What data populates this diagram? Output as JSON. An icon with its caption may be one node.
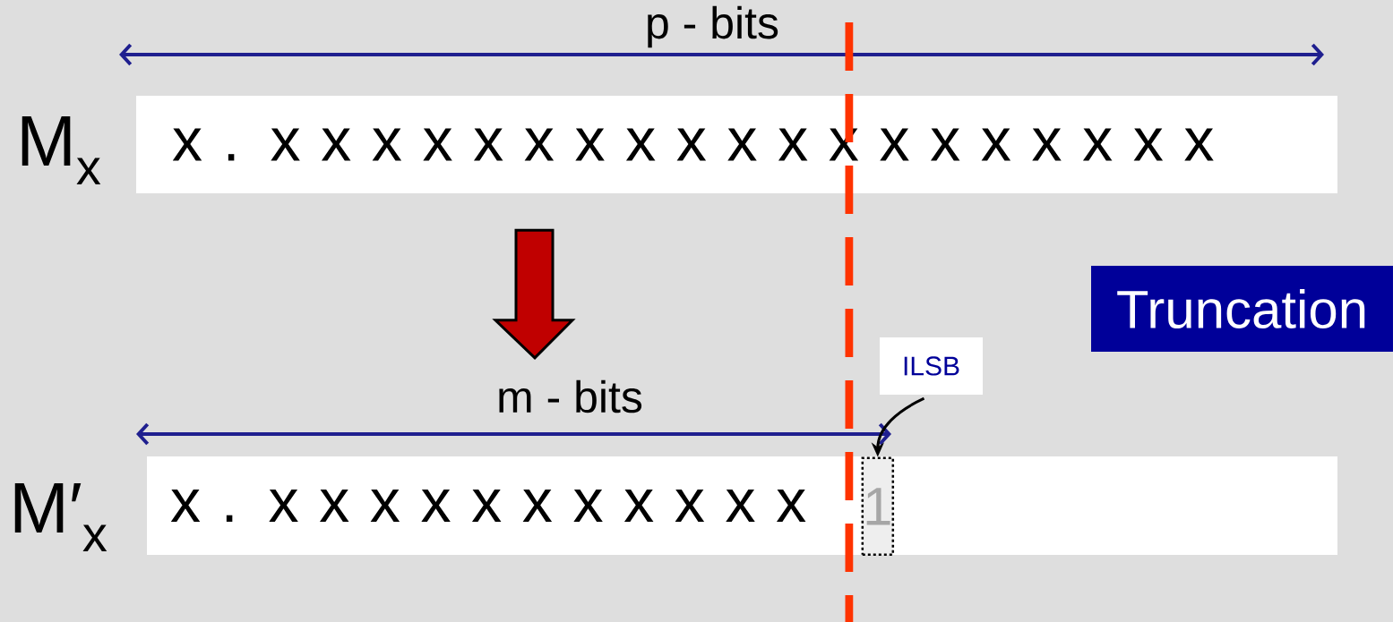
{
  "diagram": {
    "nodes": [
      {
        "text": [
          "x . x x x x x x x x x x x x x x x x x x x"
        ],
        "beside": [
          "M$_{x}$"
        ]
      },
      {
        "text": [
          "Truncation"
        ]
      },
      {
        "text": [
          "ILSB"
        ]
      },
      {
        "text": [
          "x . x x x x x x x x x x x"
        ],
        "beside": [
          "M′$_{x}$"
        ]
      },
      {
        "text": [
          "1"
        ],
        "in": 3
      }
    ],
    "edges": [
      {
        "from": 0,
        "to": 3,
        "arrow": "to",
        "style": "thick",
        "color": "#c00000"
      },
      {
        "from": 2,
        "to": 4,
        "arrow": "to"
      }
    ],
    "labels": [
      "p - bits",
      "m - bits"
    ]
  }
}
